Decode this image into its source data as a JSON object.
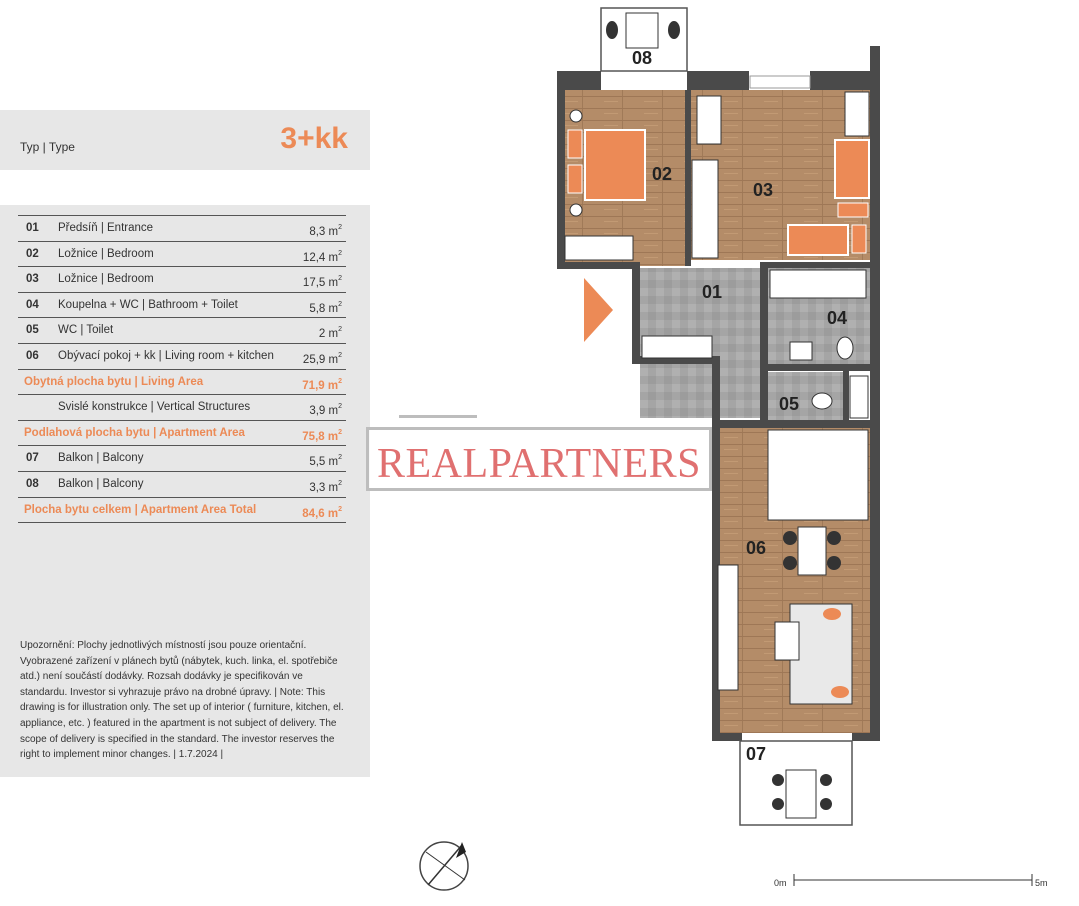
{
  "type_label": "Typ | Type",
  "type_value": "3+kk",
  "rooms": [
    {
      "no": "01",
      "name": "Předsíň | Entrance",
      "area": "8,3 m",
      "hl": false
    },
    {
      "no": "02",
      "name": "Ložnice | Bedroom",
      "area": "12,4 m",
      "hl": false
    },
    {
      "no": "03",
      "name": "Ložnice | Bedroom",
      "area": "17,5 m",
      "hl": false
    },
    {
      "no": "04",
      "name": "Koupelna + WC | Bathroom + Toilet",
      "area": "5,8 m",
      "hl": false
    },
    {
      "no": "05",
      "name": "WC | Toilet",
      "area": "2 m",
      "hl": false
    },
    {
      "no": "06",
      "name": "Obývací pokoj + kk | Living room + kitchen",
      "area": "25,9 m",
      "hl": false
    },
    {
      "no": "",
      "name": "Obytná plocha bytu | Living Area",
      "area": "71,9 m",
      "hl": true
    },
    {
      "no": "",
      "name": "Svislé konstrukce | Vertical Structures",
      "area": "3,9 m",
      "hl": false
    },
    {
      "no": "",
      "name": "Podlahová plocha bytu | Apartment Area",
      "area": "75,8 m",
      "hl": true
    },
    {
      "no": "07",
      "name": "Balkon | Balcony",
      "area": "5,5 m",
      "hl": false
    },
    {
      "no": "08",
      "name": "Balkon | Balcony",
      "area": "3,3 m",
      "hl": false
    },
    {
      "no": "",
      "name": "Plocha bytu celkem | Apartment Area Total",
      "area": "84,6 m",
      "hl": true
    }
  ],
  "note": "Upozornění: Plochy jednotlivých místností jsou pouze orientační. Vyobrazené zařízení v plánech bytů (nábytek, kuch. linka, el. spotřebiče atd.) není součástí dodávky. Rozsah dodávky je specifikován ve standardu. Investor si vyhrazuje právo na drobné úpravy. | Note: This drawing is for illustration only. The set up of interior ( furniture, kitchen, el. appliance, etc. ) featured in the apartment is not subject of delivery. The scope of delivery is specified in the standard. The investor reserves the right to implement minor changes. | 1.7.2024 |",
  "watermark": "REALPARTNERS",
  "plan_labels": {
    "r01": "01",
    "r02": "02",
    "r03": "03",
    "r04": "04",
    "r05": "05",
    "r06": "06",
    "r07": "07",
    "r08": "08"
  },
  "scale": {
    "start": "0m",
    "end": "5m"
  },
  "colors": {
    "accent": "#ec8a56",
    "wood": "#b38b66",
    "tile": "#a8a8a8",
    "wall": "#4a4a4a",
    "panel": "#e7e7e7",
    "watermark": "#e07070"
  }
}
